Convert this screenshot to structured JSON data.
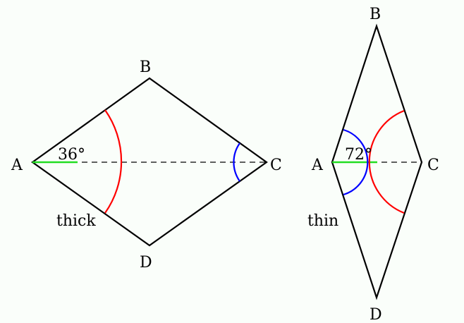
{
  "colors": {
    "background": "#fafefa",
    "edge": "#000000",
    "arc_red": "#ff0000",
    "arc_blue": "#0000ff",
    "marker_green": "#22dd22"
  },
  "thick": {
    "name": "thick",
    "angle_label": "36°",
    "vertices": {
      "A": "A",
      "B": "B",
      "C": "C",
      "D": "D"
    }
  },
  "thin": {
    "name": "thin",
    "angle_label": "72°",
    "vertices": {
      "A": "A",
      "B": "B",
      "C": "C",
      "D": "D"
    }
  }
}
